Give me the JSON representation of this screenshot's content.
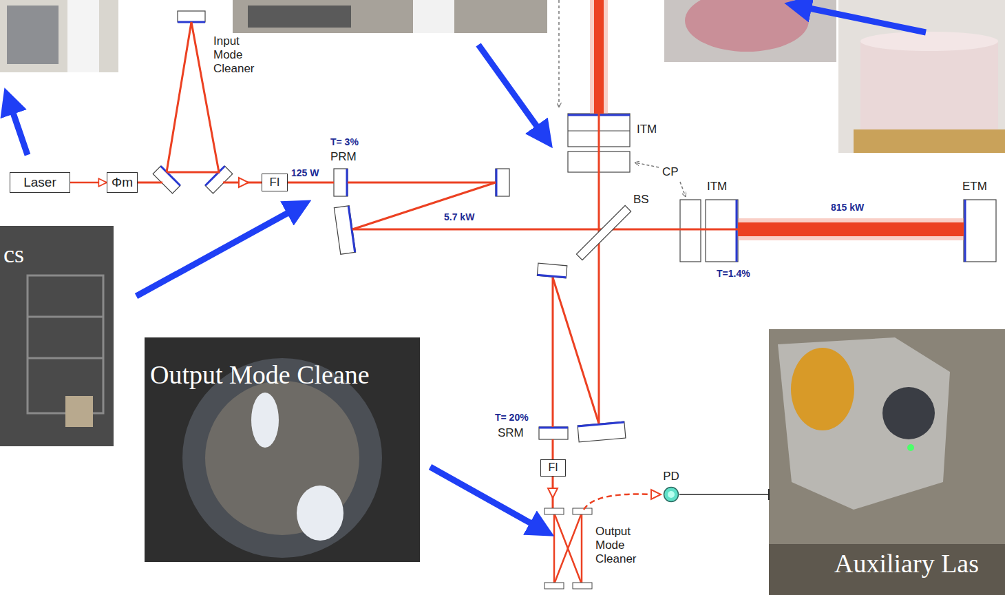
{
  "diagram": {
    "nodes": [
      {
        "text": [
          "Laser"
        ]
      },
      {
        "text": [
          "Φm"
        ]
      },
      {
        "text": [
          "FI"
        ]
      },
      {
        "text": [
          "cs"
        ]
      },
      {
        "text": [
          "Output Mode Cleane"
        ]
      },
      {
        "text": [
          "FI"
        ]
      },
      {
        "text": [
          "PD"
        ]
      },
      {
        "text": [
          "Auxiliary Las"
        ]
      }
    ],
    "edges": [
      {
        "from": 0,
        "to": 1,
        "arrow": "to"
      },
      {
        "from": 6,
        "to": 7,
        "arrow": "none"
      }
    ],
    "labels": [
      "Input Mode Cleaner",
      "T= 3%",
      "PRM",
      "125 W",
      "5.7 kW",
      "ITM",
      "CP",
      "ITM",
      "BS",
      "ETM",
      "815 kW",
      "T=1.4%",
      "T= 20%",
      "SRM",
      "Output Mode Cleaner"
    ]
  }
}
